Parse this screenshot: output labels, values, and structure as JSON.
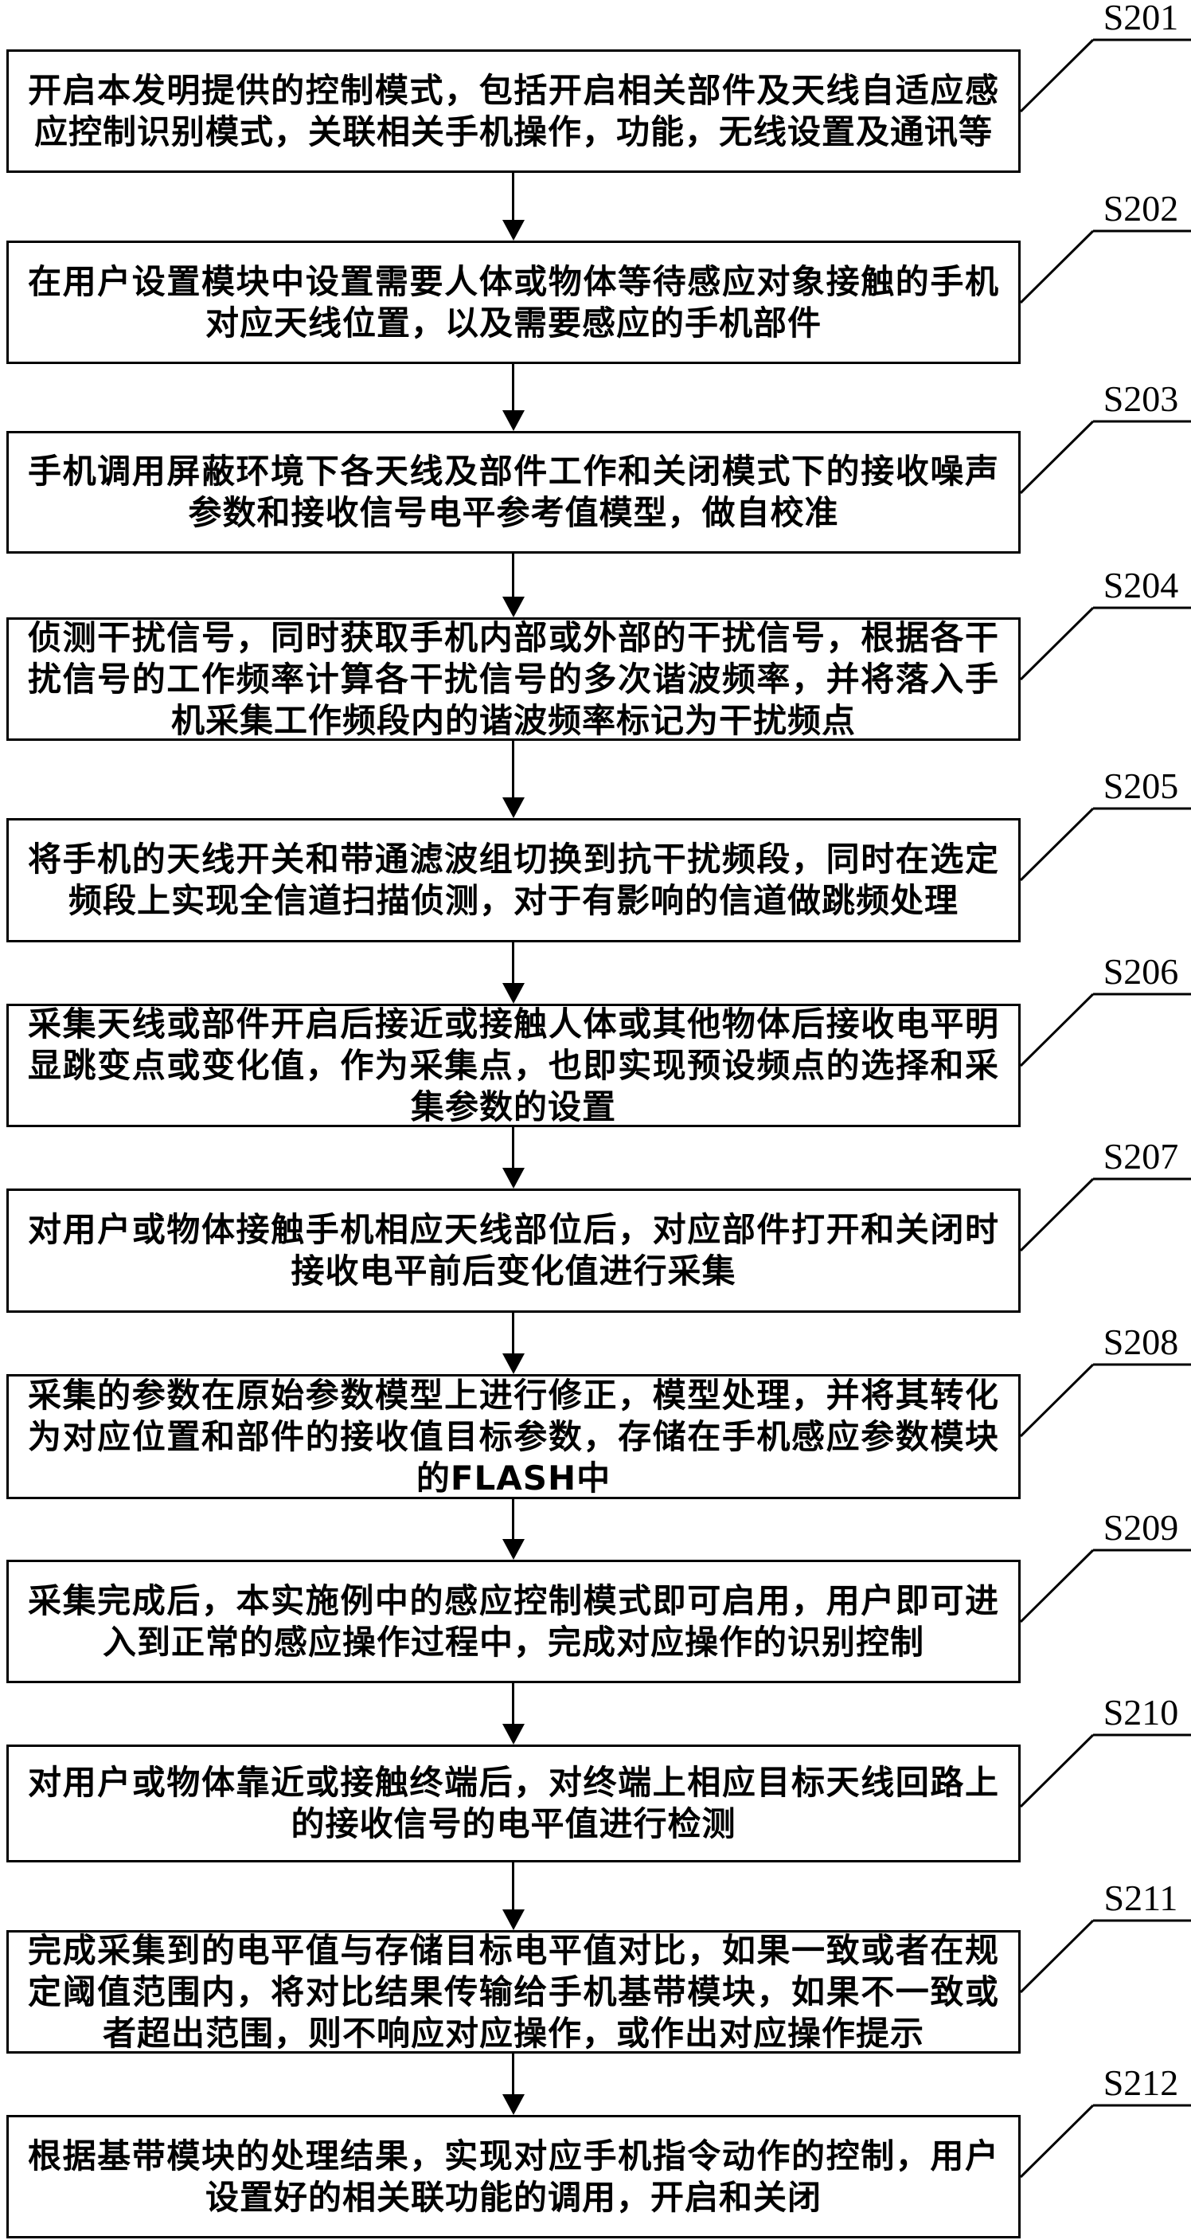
{
  "figure": {
    "type": "flowchart",
    "colors": {
      "background": "#ffffff",
      "line": "#000000",
      "text": "#000000"
    },
    "steps": [
      {
        "label": "S201",
        "text": "开启本发明提供的控制模式，包括开启相关部件及天线自适应感应控制识别模式，关联相关手机操作，功能，无线设置及通讯等"
      },
      {
        "label": "S202",
        "text": "在用户设置模块中设置需要人体或物体等待感应对象接触的手机对应天线位置，以及需要感应的手机部件"
      },
      {
        "label": "S203",
        "text": "手机调用屏蔽环境下各天线及部件工作和关闭模式下的接收噪声参数和接收信号电平参考值模型，做自校准"
      },
      {
        "label": "S204",
        "text": "侦测干扰信号，同时获取手机内部或外部的干扰信号，根据各干扰信号的工作频率计算各干扰信号的多次谐波频率，并将落入手机采集工作频段内的谐波频率标记为干扰频点"
      },
      {
        "label": "S205",
        "text": "将手机的天线开关和带通滤波组切换到抗干扰频段，同时在选定频段上实现全信道扫描侦测，对于有影响的信道做跳频处理"
      },
      {
        "label": "S206",
        "text": "采集天线或部件开启后接近或接触人体或其他物体后接收电平明显跳变点或变化值，作为采集点，也即实现预设频点的选择和采集参数的设置"
      },
      {
        "label": "S207",
        "text": "对用户或物体接触手机相应天线部位后，对应部件打开和关闭时接收电平前后变化值进行采集"
      },
      {
        "label": "S208",
        "text": "采集的参数在原始参数模型上进行修正，模型处理，并将其转化为对应位置和部件的接收值目标参数，存储在手机感应参数模块的FLASH中"
      },
      {
        "label": "S209",
        "text": "采集完成后，本实施例中的感应控制模式即可启用，用户即可进入到正常的感应操作过程中，完成对应操作的识别控制"
      },
      {
        "label": "S210",
        "text": "对用户或物体靠近或接触终端后，对终端上相应目标天线回路上的接收信号的电平值进行检测"
      },
      {
        "label": "S211",
        "text": "完成采集到的电平值与存储目标电平值对比，如果一致或者在规定阈值范围内，将对比结果传输给手机基带模块，如果不一致或者超出范围，则不响应对应操作，或作出对应操作提示"
      },
      {
        "label": "S212",
        "text": "根据基带模块的处理结果，实现对应手机指令动作的控制，用户设置好的相关联功能的调用，开启和关闭"
      }
    ]
  }
}
